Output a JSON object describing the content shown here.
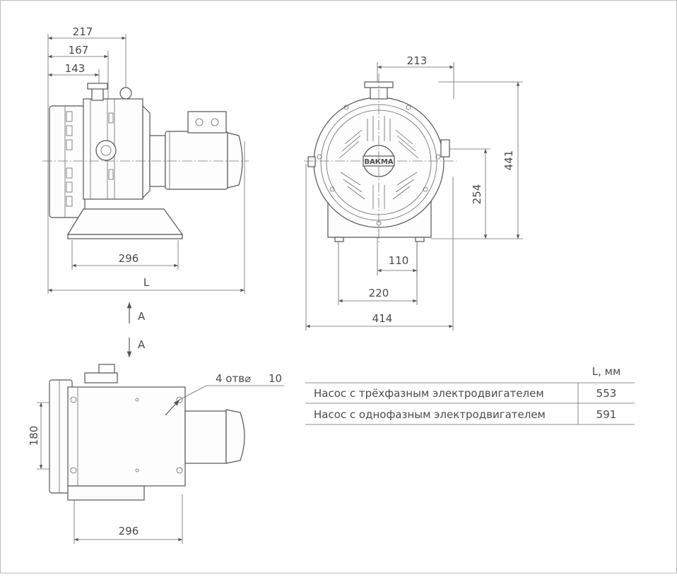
{
  "side_view": {
    "dim_217": "217",
    "dim_167": "167",
    "dim_143": "143",
    "dim_296_base": "296",
    "dim_L": "L",
    "view_arrow_label_top": "A"
  },
  "front_view": {
    "dim_213": "213",
    "dim_441": "441",
    "dim_254": "254",
    "dim_110": "110",
    "dim_220": "220",
    "dim_414": "414",
    "badge_text": "ВАКМА"
  },
  "top_view": {
    "view_arrow_label": "A",
    "holes_label": "4 отв⌀",
    "holes_value": "10",
    "dim_180": "180",
    "dim_296": "296"
  },
  "table": {
    "header": "L, мм",
    "rows": [
      {
        "label": "Насос с трёхфазным электродвигателем",
        "value": "553"
      },
      {
        "label": "Насос с однофазным электродвигателем",
        "value": "591"
      }
    ]
  }
}
